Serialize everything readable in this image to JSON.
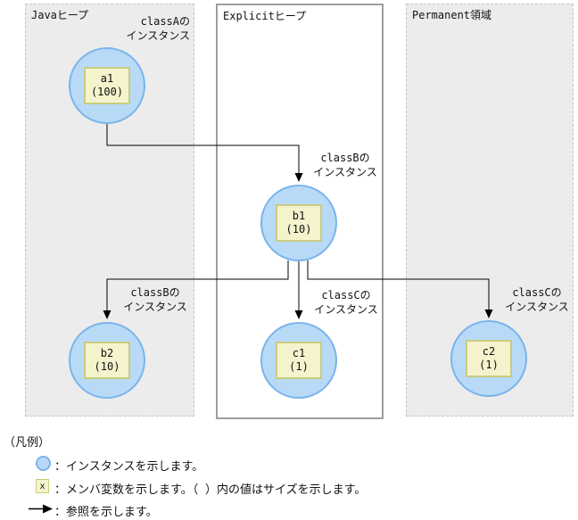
{
  "diagram": {
    "regions": [
      {
        "label": "Javaヒープ"
      },
      {
        "label": "Explicitヒープ"
      },
      {
        "label": "Permanent領域"
      }
    ],
    "nodes": [
      {
        "name": "a1",
        "size": "(100)"
      },
      {
        "name": "b1",
        "size": "(10)"
      },
      {
        "name": "b2",
        "size": "(10)"
      },
      {
        "name": "c1",
        "size": "(1)"
      },
      {
        "name": "c2",
        "size": "(1)"
      }
    ],
    "annotations": [
      {
        "line1": "classAの",
        "line2": "インスタンス"
      },
      {
        "line1": "classBの",
        "line2": "インスタンス"
      },
      {
        "line1": "classBの",
        "line2": "インスタンス"
      },
      {
        "line1": "classCの",
        "line2": "インスタンス"
      },
      {
        "line1": "classCの",
        "line2": "インスタンス"
      }
    ]
  },
  "legend": {
    "title": "（凡例）",
    "items": [
      {
        "icon": "instance-circle-icon",
        "text": "：インスタンスを示します。"
      },
      {
        "icon": "member-variable-box-icon",
        "icon_label": "x",
        "text": "：メンバ変数を示します。（ ）内の値はサイズを示します。"
      },
      {
        "icon": "reference-arrow-icon",
        "text": "：参照を示します。"
      }
    ]
  },
  "colors": {
    "instance_fill": "#b9daf7",
    "instance_border": "#7ab4ec",
    "member_fill": "#f5f3cd",
    "member_border": "#c9cc7e",
    "region_gray_fill": "#ececec",
    "region_white_border": "#9e9e9e",
    "line": "#000000"
  }
}
